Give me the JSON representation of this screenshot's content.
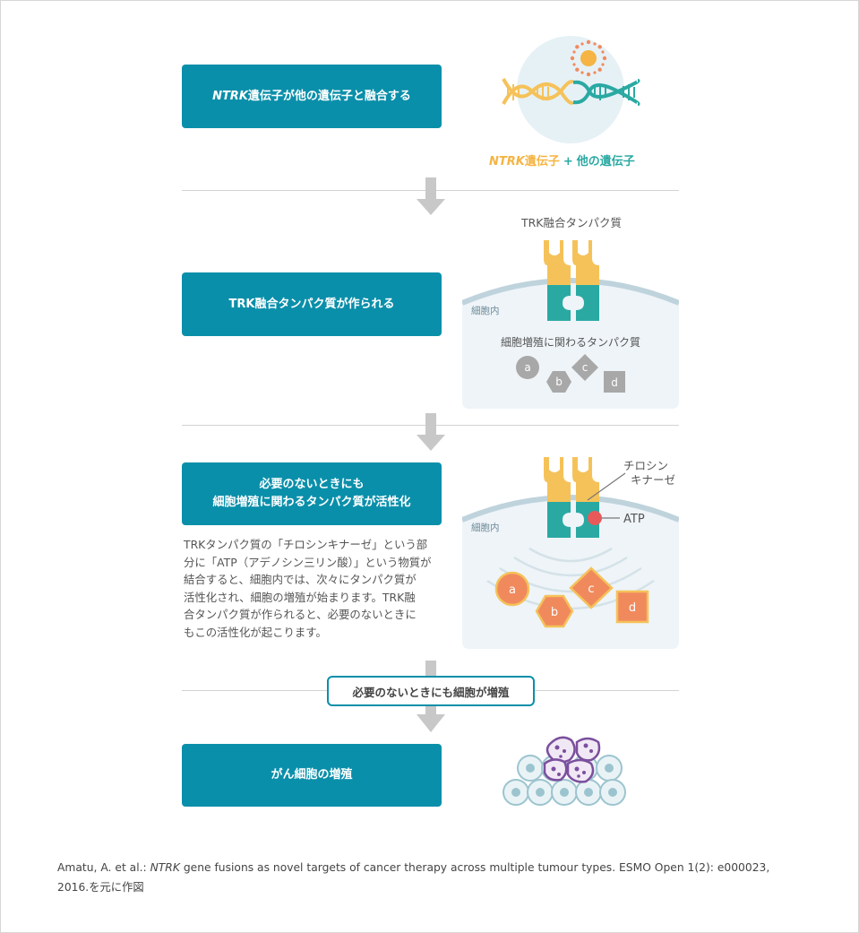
{
  "steps": [
    {
      "italic": "NTRK",
      "text": "遺伝子が他の遺伝子と融合する"
    },
    {
      "text": "TRK融合タンパク質が作られる"
    },
    {
      "line1": "必要のないときにも",
      "line2": "細胞増殖に関わるタンパク質が活性化"
    },
    {
      "text": "がん細胞の増殖"
    }
  ],
  "gene_fusion": {
    "ntrk_italic": "NTRK",
    "ntrk_label": "遺伝子",
    "plus": "+",
    "other_label": "他の遺伝子"
  },
  "panel2": {
    "fusion_protein_label": "TRK融合タンパク質",
    "intracellular_label": "細胞内",
    "proteins_label": "細胞増殖に関わるタンパク質",
    "proteins": [
      "a",
      "b",
      "c",
      "d"
    ]
  },
  "panel3": {
    "kinase_line1": "チロシン",
    "kinase_line2": "キナーゼ",
    "atp_label": "ATP",
    "intracellular_label": "細胞内",
    "proteins": [
      "a",
      "b",
      "c",
      "d"
    ]
  },
  "explanation": [
    "TRKタンパク質の「チロシンキナーゼ」という部",
    "分に「ATP（アデノシン三リン酸）」という物質が",
    "結合すると、細胞内では、次々にタンパク質が",
    "活性化され、細胞の増殖が始まります。TRK融",
    "合タンパク質が作られると、必要のないときに",
    "もこの活性化が起こります。"
  ],
  "badge": "必要のないときにも細胞が増殖",
  "citation": {
    "authors": "Amatu, A. et al.: ",
    "italic": "NTRK",
    "rest": " gene fusions as novel targets of cancer therapy across multiple tumour types. ESMO Open 1(2): e000023,",
    "line2": "2016.を元に作図"
  },
  "colors": {
    "teal": "#0a8faa",
    "teal_dark": "#2aa9a3",
    "yellow": "#f5c25a",
    "orange": "#f08a5d",
    "gray": "#aaaaaa",
    "purple": "#7b4f9d",
    "red": "#e85a5a"
  }
}
